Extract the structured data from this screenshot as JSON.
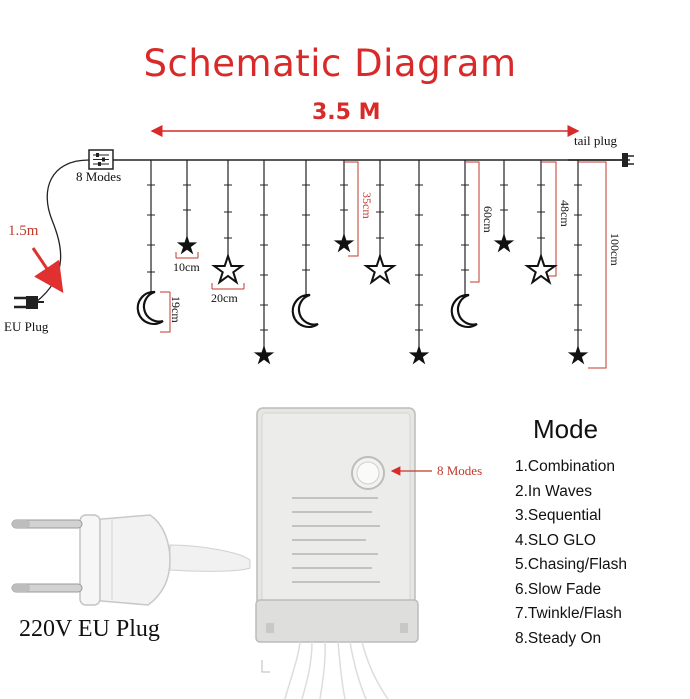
{
  "title": "Schematic Diagram",
  "length_label": "3.5 M",
  "tail_plug_label": "tail plug",
  "modes_box_label": "8 Modes",
  "cable_length_label": "1.5m",
  "eu_plug_label": "EU Plug",
  "dimensions": {
    "d10": "10cm",
    "d20": "20cm",
    "d19": "19cm",
    "d35": "35cm",
    "d60": "60cm",
    "d48": "48cm",
    "d100": "100cm"
  },
  "controller_button_label": "8 Modes",
  "mode_title": "Mode",
  "modes": [
    "1.Combination",
    "2.In Waves",
    "3.Sequential",
    "4.SLO GLO",
    "5.Chasing/Flash",
    "6.Slow Fade",
    "7.Twinkle/Flash",
    "8.Steady On"
  ],
  "plug_caption": "220V EU Plug",
  "colors": {
    "title": "#d92a2a",
    "dimension": "#c0392b",
    "wire": "#222222",
    "controller": "#e4e4e2"
  }
}
